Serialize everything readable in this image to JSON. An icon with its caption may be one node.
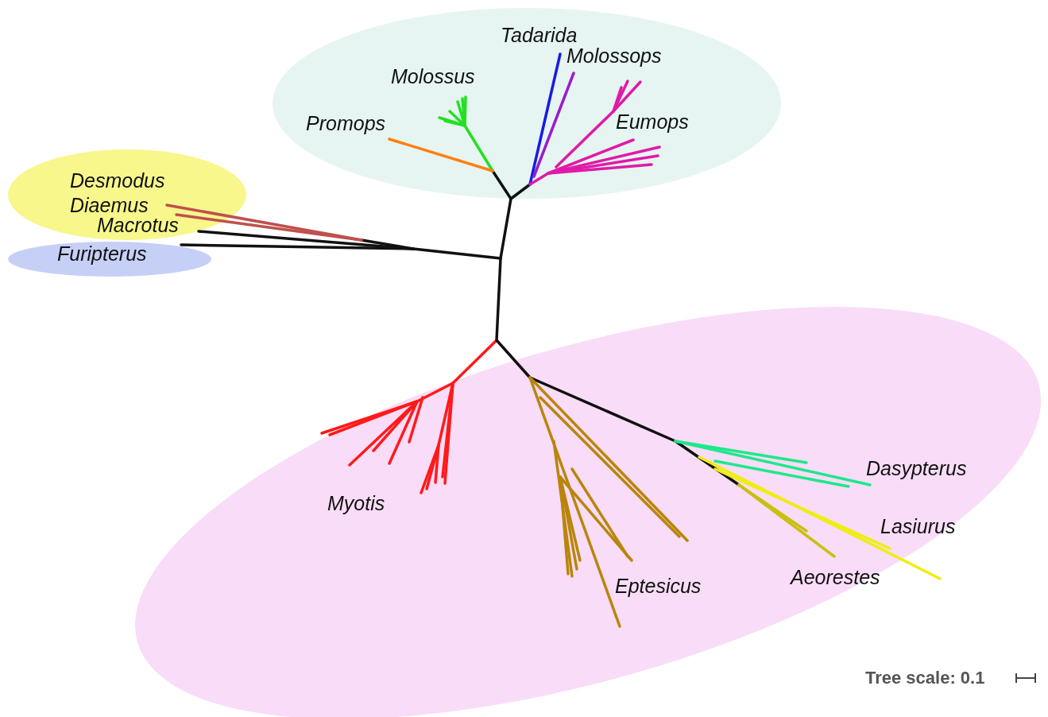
{
  "diagram": {
    "nodes": [
      {
        "text": [
          "Tadarida",
          "Molossops",
          "Molossus",
          "Promops",
          "Eumops"
        ]
      },
      {
        "text": [
          "Desmodus",
          "Diaemus"
        ]
      },
      {
        "text": [
          "Furipterus"
        ]
      },
      {
        "text": [
          "Myotis",
          "Dasypterus",
          "Lasiurus",
          "Eptesicus",
          "Aeorestes"
        ]
      }
    ],
    "labels": [
      "Macrotus",
      "Tree scale: 0.1"
    ]
  }
}
